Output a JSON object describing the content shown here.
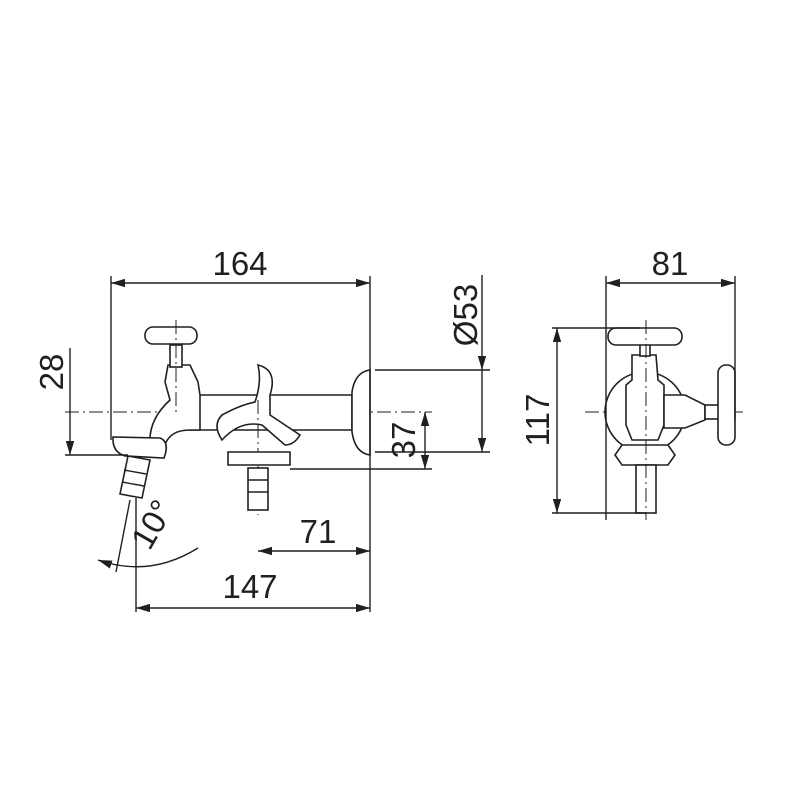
{
  "dimensions": {
    "overall_length": "164",
    "outlet_height": "28",
    "flange_diameter": "Ø53",
    "second_outlet_height": "37",
    "second_outlet_offset": "71",
    "first_outlet_offset": "147",
    "swivel_angle": "10°",
    "side_width": "81",
    "side_height": "117"
  },
  "colors": {
    "line": "#231f20",
    "background": "#ffffff"
  }
}
